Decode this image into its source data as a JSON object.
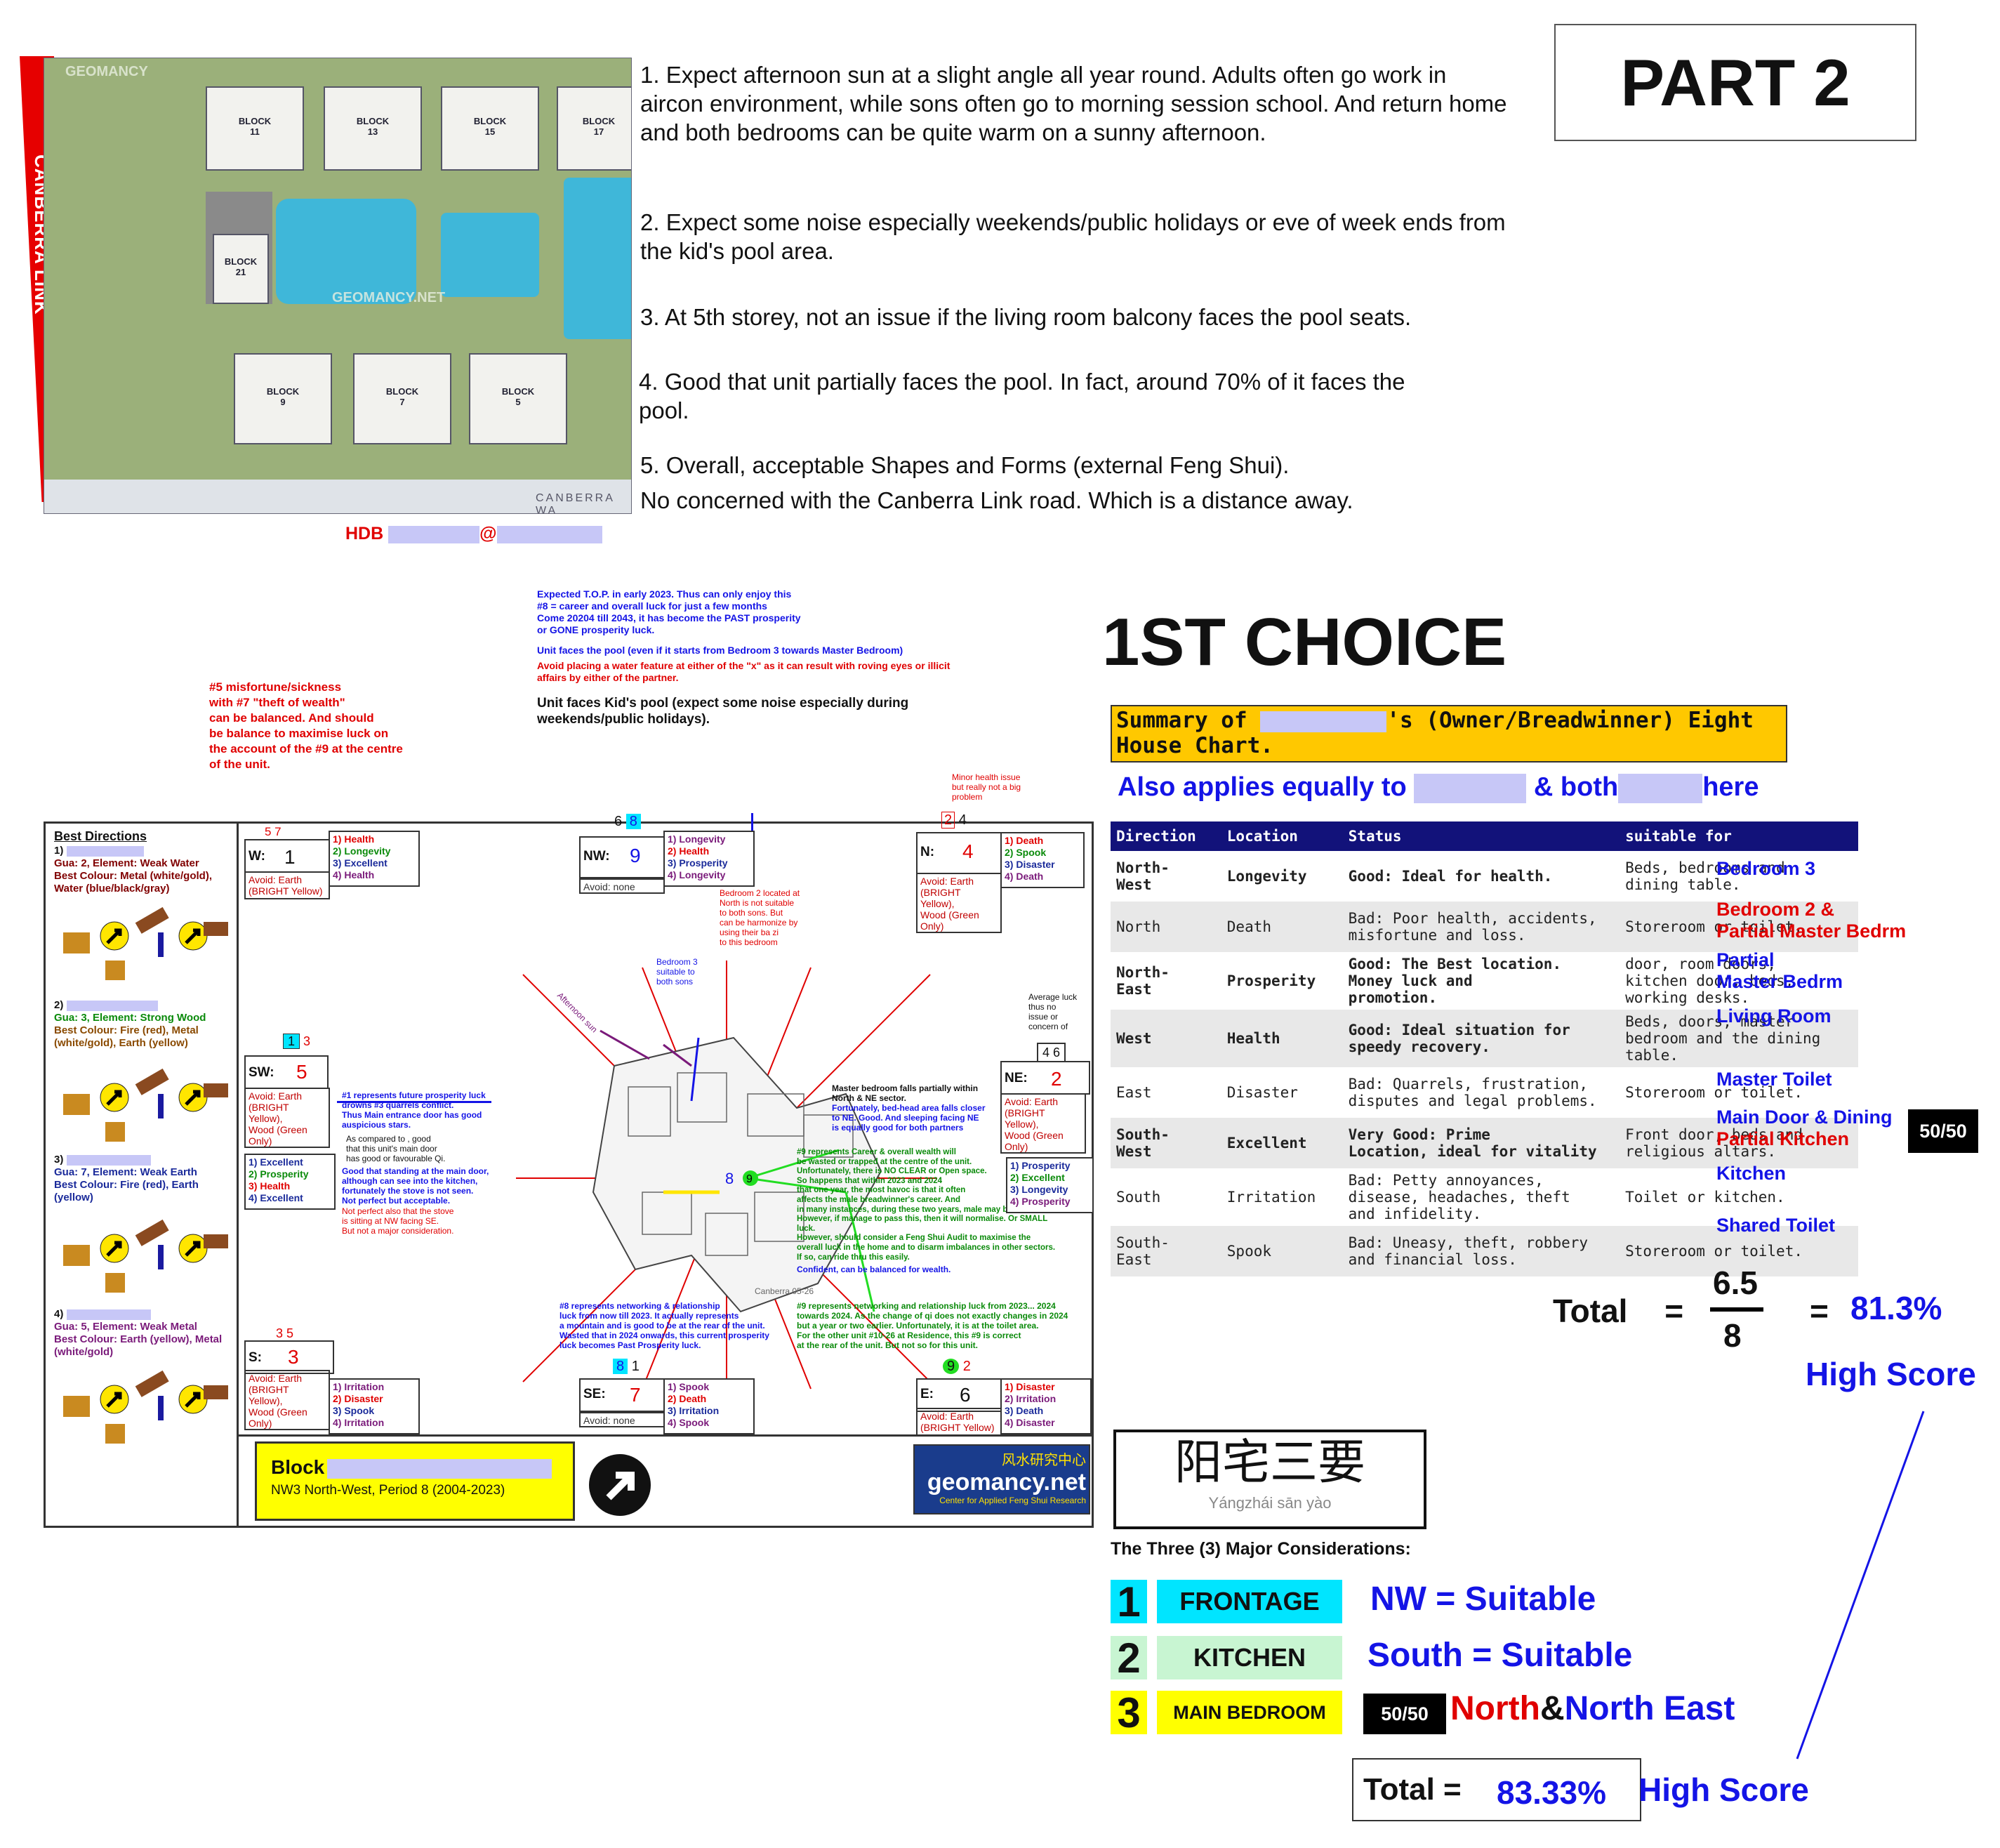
{
  "header": {
    "part": "PART 2"
  },
  "sitemap": {
    "road": "CANBERRA LINK",
    "hdb": "HDB",
    "at": "@",
    "street": "CANBERRA WA",
    "watermark1": "GEOMANCY",
    "watermark2": "GEOMANCY.NET",
    "blocks": [
      {
        "label": "BLOCK\n11"
      },
      {
        "label": "BLOCK\n13"
      },
      {
        "label": "BLOCK\n15"
      },
      {
        "label": "BLOCK\n17"
      },
      {
        "label": "BLOCK\n21"
      },
      {
        "label": "BLOCK\n9"
      },
      {
        "label": "BLOCK\n7"
      },
      {
        "label": "BLOCK\n5"
      }
    ]
  },
  "notes": [
    "1. Expect afternoon sun at a slight angle all year round. Adults often go work in aircon environment, while sons often go to morning session school. And return home and both bedrooms can be quite warm on a sunny afternoon.",
    "2. Expect some noise especially weekends/public holidays or eve of week ends from the kid's pool area.",
    "3. At 5th storey, not an issue if the living room balcony faces the pool seats.",
    "4. Good that unit partially faces the pool. In fact, around 70% of it faces the pool.",
    "5. Overall, acceptable Shapes and Forms (external Feng Shui).",
    "No concerned with the Canberra Link road. Which is a distance away."
  ],
  "chart": {
    "top_note": "Expected T.O.P. in early 2023. Thus can only enjoy this\n#8 = career and overall luck for just a few months\nCome 20204 till 2043, it has become the PAST prosperity\nor GONE prosperity luck.",
    "faces_pool": "Unit faces the pool (even if it starts from Bedroom 3 towards Master Bedroom)",
    "avoid_water": "Avoid placing a water feature at either of the \"x\" as it can result with roving eyes or illicit affairs by either of the partner.",
    "kids_pool": "Unit faces Kid's pool (expect some noise especially during weekends/public holidays).",
    "misfortune": "#5 misfortune/sickness\nwith #7 \"theft of wealth\"\ncan be balanced. And should\nbe balance to maximise luck on\nthe account of the #9 at the centre\nof the unit.",
    "minor": "Minor health issue\nbut really not a big\nproblem",
    "bedroom2": "Bedroom 2 located at\nNorth is  not suitable\nto both sons. But\ncan be harmonize by\nusing their ba zi\nto this bedroom",
    "bedroom3": "Bedroom 3\nsuitable to\nboth sons",
    "afternoon": "Afternoon sun",
    "average": "Average luck\nthus no\nissue or\nconcern of",
    "master": "Master bedroom falls partially within\nNorth & NE sector.",
    "master2": "Fortunately, bed-head area falls closer\nto NE. Good. And sleeping facing NE\nis equally good for both partners",
    "n1": "#1 represents future prosperity luck\ndrowns #3 quarrels conflict.\nThus Main entrance door has good\nauspicious stars.",
    "n1b": "As compared to      , good\nthat this unit's main door\nhas good or favourable Qi.",
    "n1c": "Good that standing at the main door,\nalthough can see into the kitchen,\nfortunately the stove is not seen.\nNot perfect but acceptable.",
    "n1d": "Not perfect also that the stove\nis sitting at NW facing SE.\nBut not a major consideration.",
    "n9": "#9 represents Career & overall wealth will\nbe wasted or trapped at the centre of the unit.\nUnfortunately, there is NO CLEAR or Open space.\nSo happens that within 2023 and 2024\nthat one year, the most havoc is that it often\naffects the male breadwinner's career. And\nin many instances, during these two years, male may be retrenched.\nHowever, if manage to pass this, then it will normalise. Or SMALL\nluck.\nHowever, should consider a Feng Shui Audit to maximise the\noverall luck in the home and to disarm imbalances in other sectors.\nIf so, can ride thru this easily.",
    "n9b": "Confident, can be balanced for wealth.",
    "n8": "#8 represents networking & relationship\nluck from now till 2023. It actually represents\na mountain and is good to be at the rear of the unit.\nWasted that in 2024 onwards, this current prosperity\nluck becomes Past Prosperity luck.",
    "n9c": "#9 represents networking and relationship luck from 2023... 2024\ntowards 2024. As the change of qi does not exactly changes in 2024\nbut a year or two earlier. Unfortunately, it is at the toilet area.\nFor the other unit #10-26 at        Residence, this #9 is correct\nat the rear of the unit.  But not so for this unit.",
    "best": {
      "title": "Best Directions",
      "p1": [
        "1)",
        "Gua: 2, Element: Weak Water",
        "Best Colour: Metal (white/gold),",
        "Water (blue/black/gray)"
      ],
      "p2": [
        "2)",
        "Gua: 3, Element: Strong Wood",
        "Best Colour: Fire (red), Metal",
        "(white/gold), Earth (yellow)"
      ],
      "p3": [
        "3)",
        "Gua: 7, Element: Weak Earth",
        "Best Colour: Fire (red), Earth",
        "(yellow)"
      ],
      "p4": [
        "4)",
        "Gua: 5, Element: Weak Metal",
        "Best Colour: Earth (yellow), Metal",
        "(white/gold)"
      ]
    },
    "sectors": {
      "W": {
        "label": "W:",
        "num": "1",
        "top": "5  7",
        "stars": [
          "1) Health",
          "2) Longevity",
          "3) Excellent",
          "4) Health"
        ],
        "avoid": "Avoid: Earth\n(BRIGHT Yellow)"
      },
      "NW": {
        "label": "NW:",
        "num": "9",
        "top1": "6",
        "top2": "8",
        "stars": [
          "1) Longevity",
          "2) Health",
          "3) Prosperity",
          "4) Longevity"
        ],
        "avoid": "Avoid: none"
      },
      "N": {
        "label": "N:",
        "num": "4",
        "top1": "2",
        "top2": "4",
        "stars": [
          "1) Death",
          "2) Spook",
          "3) Disaster",
          "4) Death"
        ],
        "avoid": "Avoid: Earth\n(BRIGHT\nYellow),\nWood (Green\nOnly)"
      },
      "SW": {
        "label": "SW:",
        "num": "5",
        "top1": "1",
        "top2": "3",
        "stars": [
          "1) Excellent",
          "2) Prosperity",
          "3) Health",
          "4) Excellent"
        ],
        "avoid": "Avoid: Earth\n(BRIGHT\nYellow),\nWood (Green\nOnly)"
      },
      "NE": {
        "label": "NE:",
        "num": "2",
        "top1": "4",
        "top2": "6",
        "stars": [
          "1) Prosperity",
          "2) Excellent",
          "3) Longevity",
          "4) Prosperity"
        ],
        "avoid": "Avoid: Earth\n(BRIGHT\nYellow),\nWood (Green\nOnly)"
      },
      "S": {
        "label": "S:",
        "num": "3",
        "top1": "3",
        "top2": "5",
        "stars": [
          "1) Irritation",
          "2) Disaster",
          "3) Spook",
          "4) Irritation"
        ],
        "avoid": "Avoid: Earth\n(BRIGHT\nYellow),\nWood (Green\nOnly)"
      },
      "SE": {
        "label": "SE:",
        "num": "7",
        "top1": "8",
        "top2": "1",
        "stars": [
          "1) Spook",
          "2) Death",
          "3) Irritation",
          "4) Spook"
        ],
        "avoid": "Avoid: none"
      },
      "E": {
        "label": "E:",
        "num": "6",
        "top1": "9",
        "top2": "2",
        "stars": [
          "1) Disaster",
          "2) Irritation",
          "3) Death",
          "4) Disaster"
        ],
        "avoid": "Avoid: Earth\n(BRIGHT Yellow)"
      }
    },
    "center": {
      "a": "8",
      "b": "9"
    },
    "block": {
      "title": "Block",
      "sub": "NW3 North-West, Period 8 (2004-2023)"
    },
    "logo": {
      "cn": "风水研究中心",
      "name": "geomancy.net",
      "sub": "Center for Applied Feng Shui Research"
    },
    "canberra": "Canberra 05-26"
  },
  "choice": {
    "title": "1ST CHOICE",
    "summary_a": "Summary of ",
    "summary_b": "'s (Owner/Breadwinner) Eight House Chart.",
    "applies_a": "Also applies equally to ",
    "applies_b": " & both",
    "applies_c": "here"
  },
  "table": {
    "headers": [
      "Direction",
      "Location",
      "Status",
      "suitable for"
    ],
    "rows": [
      {
        "dir": "North-\nWest",
        "loc": "Longevity",
        "status": "Good: Ideal for health.",
        "suit": "Beds, bedrooms and\ndining table.",
        "good": true,
        "note": "Bedroom 3",
        "note_red": ""
      },
      {
        "dir": "North",
        "loc": "Death",
        "status": "Bad: Poor health, accidents,\nmisfortune and loss.",
        "suit": "Storeroom or toilet.",
        "good": false,
        "note": "",
        "note_red": "Bedroom 2 &\nPartial Master Bedrm"
      },
      {
        "dir": "North-\nEast",
        "loc": "Prosperity",
        "status": "Good: The Best location.\nMoney luck and\npromotion.",
        "suit": "door, room doors,\nkitchen door, beds,\nworking desks.",
        "good": true,
        "note": "Partial\nMaster Bedrm",
        "note_red": ""
      },
      {
        "dir": "West",
        "loc": "Health",
        "status": "Good: Ideal situation for\nspeedy recovery.",
        "suit": "Beds, doors, master\nbedroom and the dining\ntable.",
        "good": true,
        "note": "Living Room",
        "note_red": ""
      },
      {
        "dir": "East",
        "loc": "Disaster",
        "status": "Bad: Quarrels, frustration,\ndisputes and legal problems.",
        "suit": "Storeroom or toilet.",
        "good": false,
        "note": "Master Toilet",
        "note_red": ""
      },
      {
        "dir": "South-\nWest",
        "loc": "Excellent",
        "status": "Very Good: Prime\nLocation, ideal for vitality",
        "suit": "Front door, beds and\nreligious altars.",
        "good": true,
        "note": "Main Door & Dining",
        "note_red": "Partial Kitchen"
      },
      {
        "dir": "South",
        "loc": "Irritation",
        "status": "Bad: Petty annoyances,\ndisease, headaches, theft\nand infidelity.",
        "suit": "Toilet or kitchen.",
        "good": false,
        "note": "Kitchen",
        "note_red": ""
      },
      {
        "dir": "South-\nEast",
        "loc": "Spook",
        "status": "Bad: Uneasy, theft, robbery\nand financial loss.",
        "suit": "Storeroom or toilet.",
        "good": false,
        "note": "Shared Toilet",
        "note_red": ""
      }
    ]
  },
  "score": {
    "badge": "50/50",
    "total": "Total",
    "eq": "=",
    "num": "6.5",
    "den": "8",
    "eq2": "=",
    "pct": "81.3%",
    "high": "High Score"
  },
  "three": {
    "cn": "阳宅三要",
    "pinyin": "Yángzhái sān yào",
    "title": "The Three (3) Major Considerations:",
    "items": [
      {
        "n": "1",
        "label": "FRONTAGE",
        "value": "NW = Suitable"
      },
      {
        "n": "2",
        "label": "KITCHEN",
        "value": "South = Suitable"
      },
      {
        "n": "3",
        "label": "MAIN BEDROOM",
        "badge": "50/50",
        "v1": "North",
        "amp": "&",
        "v2": "North East"
      }
    ],
    "total": "Total =",
    "pct": "83.33%",
    "high": "High Score"
  },
  "colors": {
    "red": "#e00000",
    "blue": "#1414e6",
    "gold": "#ffc800",
    "navy": "#12127a",
    "cyan": "#00e5ff",
    "mint": "#c8f5d2",
    "yellow": "#ffff00"
  }
}
